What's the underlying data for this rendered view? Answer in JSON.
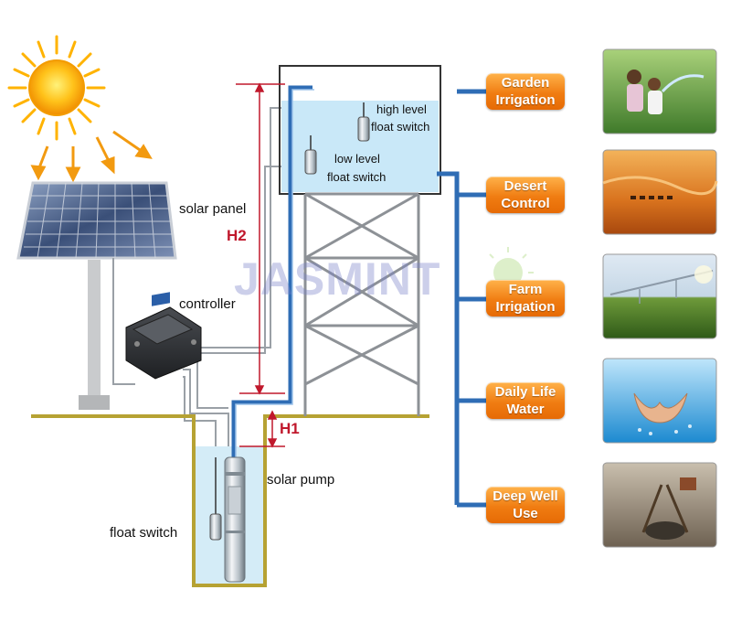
{
  "labels": {
    "solar_panel": "solar panel",
    "controller": "controller",
    "solar_pump": "solar pump",
    "float_switch": "float switch",
    "high_level_1": "high level",
    "high_level_2": "float switch",
    "low_level_1": "low level",
    "low_level_2": "float switch",
    "h2": "H2",
    "h1": "H1"
  },
  "watermark": "JASMINT",
  "applications": [
    {
      "line1": "Garden",
      "line2": "Irrigation"
    },
    {
      "line1": "Desert",
      "line2": "Control"
    },
    {
      "line1": "Farm",
      "line2": "Irrigation"
    },
    {
      "line1": "Daily Life",
      "line2": "Water"
    },
    {
      "line1": "Deep Well",
      "line2": "Use"
    }
  ],
  "colors": {
    "pipe": "#2f6db5",
    "water": "#c9e8f8",
    "ground": "#b6a233",
    "badge": "#f08a1c",
    "dimension": "#c0182c"
  }
}
